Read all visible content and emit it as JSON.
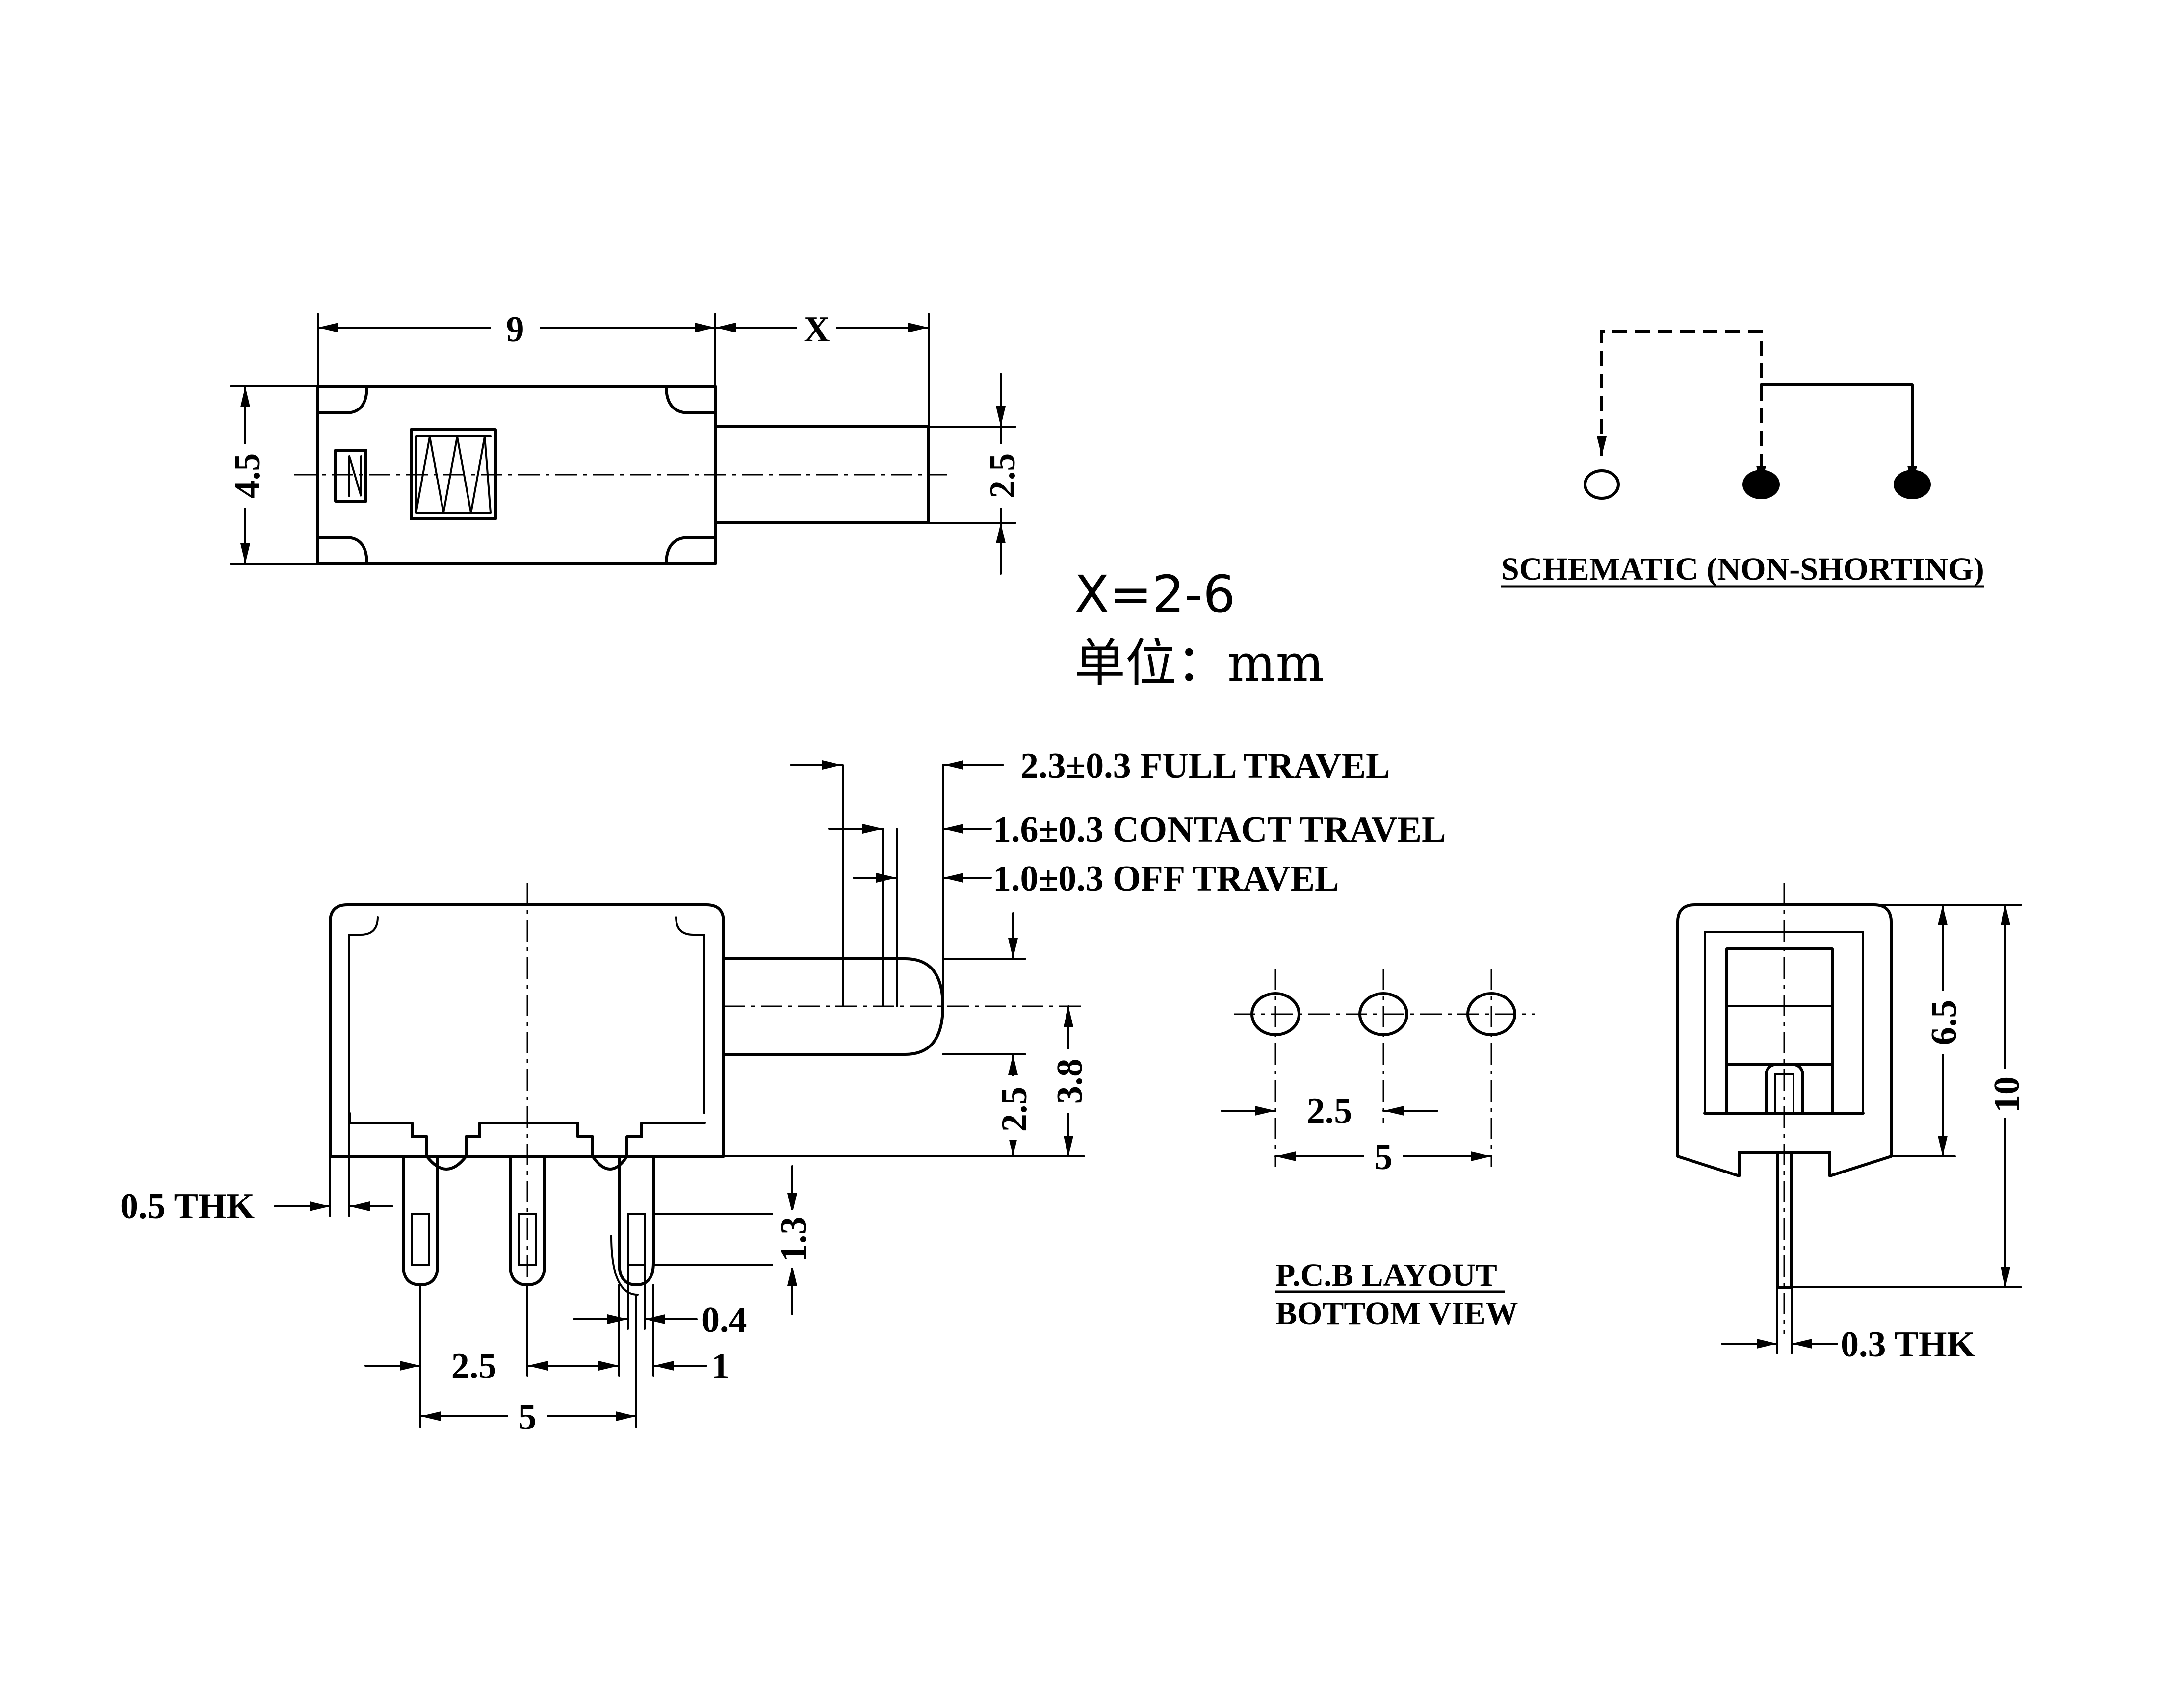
{
  "top_view": {
    "dim_body_length": "9",
    "dim_actuator": "X",
    "dim_body_height": "4.5",
    "dim_actuator_height": "2.5"
  },
  "notes": {
    "x_range": "X=2-6",
    "unit_label": "单位：mm"
  },
  "schematic": {
    "caption": "SCHEMATIC (NON-SHORTING)"
  },
  "side_view": {
    "full_travel": "2.3±0.3 FULL TRAVEL",
    "contact_travel": "1.6±0.3 CONTACT TRAVEL",
    "off_travel": "1.0±0.3 OFF TRAVEL",
    "dim_actuator_center": "2.5",
    "dim_actuator_top": "3.8",
    "thickness": "0.5 THK",
    "dim_pin_length": "1.3",
    "dim_pin_width": "0.4",
    "dim_pitch": "2.5",
    "dim_offset": "1",
    "dim_span": "5"
  },
  "pcb_layout": {
    "dim_pitch": "2.5",
    "dim_span": "5",
    "caption_line1": "P.C.B LAYOUT",
    "caption_line2": "BOTTOM VIEW"
  },
  "end_view": {
    "dim_body": "6.5",
    "dim_total": "10",
    "thickness": "0.3 THK"
  }
}
